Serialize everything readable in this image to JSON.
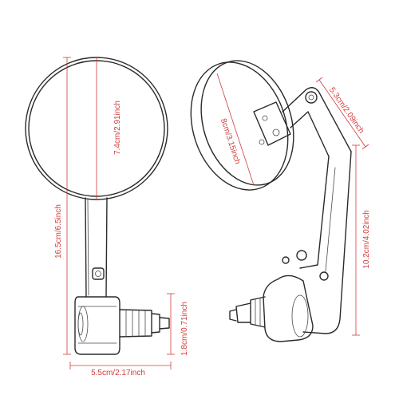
{
  "dimensions": {
    "mirror_diameter_left": "7.4cm/2.91inch",
    "total_height": "16.5cm/6.5inch",
    "clamp_height": "1.8cm/0.71inch",
    "base_width": "5.5cm/2.17inch",
    "mirror_diameter_right": "8cm/3.15inch",
    "top_arm_length": "5.3cm/2.09inch",
    "arm_length": "10.2cm/4.02inch"
  },
  "colors": {
    "dimension": "#d23c3c",
    "outline": "#2a2a2a"
  }
}
